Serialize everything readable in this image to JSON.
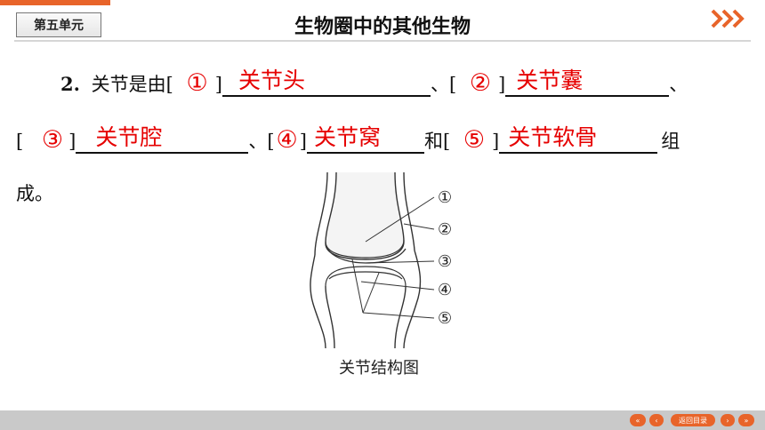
{
  "header": {
    "unit_label": "第五单元",
    "title": "生物圈中的其他生物"
  },
  "question": {
    "number": "2.",
    "intro": "关节是由",
    "slots": [
      {
        "num": "①",
        "answer": "关节头"
      },
      {
        "num": "②",
        "answer": "关节囊"
      },
      {
        "num": "③",
        "answer": "关节腔"
      },
      {
        "num": "④",
        "answer": "关节窝"
      },
      {
        "num": "⑤",
        "answer": "关节软骨"
      }
    ],
    "sep": "、",
    "and": "和",
    "tail": "组",
    "end": "成。"
  },
  "figure": {
    "caption": "关节结构图",
    "labels": [
      "①",
      "②",
      "③",
      "④",
      "⑤"
    ]
  },
  "footer": {
    "back_label": "返回目录"
  },
  "colors": {
    "accent": "#e8642a",
    "answer": "#e60000"
  }
}
